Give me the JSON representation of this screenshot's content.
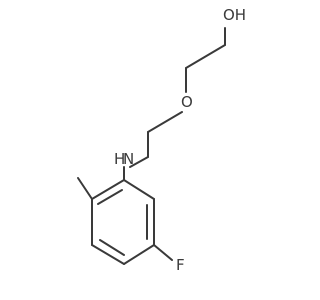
{
  "molecule": {
    "atoms": {
      "oh": "OH",
      "o": "O",
      "nh": "H",
      "n": "N",
      "f": "F"
    }
  }
}
